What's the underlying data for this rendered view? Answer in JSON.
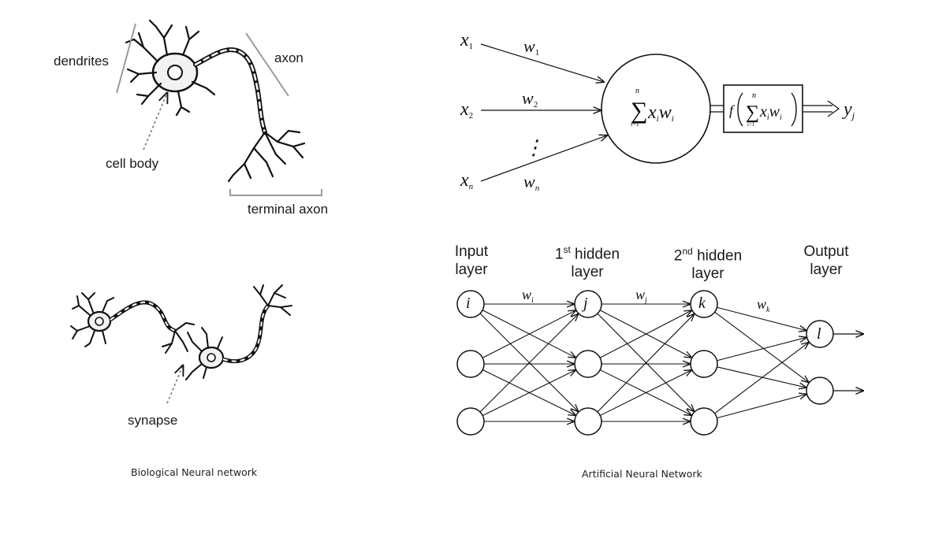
{
  "biological": {
    "caption": "Biological Neural network",
    "labels": {
      "dendrites": "dendrites",
      "axon": "axon",
      "cell_body": "cell body",
      "terminal_axon": "terminal axon",
      "synapse": "synapse"
    }
  },
  "perceptron": {
    "inputs": [
      {
        "name": "x",
        "sub": "1"
      },
      {
        "name": "x",
        "sub": "2"
      },
      {
        "name": "x",
        "sub": "n"
      }
    ],
    "weights": [
      {
        "name": "w",
        "sub": "1"
      },
      {
        "name": "w",
        "sub": "2"
      },
      {
        "name": "w",
        "sub": "n"
      }
    ],
    "ellipsis": "⋮",
    "sum": {
      "sigma": "∑",
      "upper": "n",
      "lower": "i=1",
      "term_x": "x",
      "sub_i": "i",
      "term_w": "w"
    },
    "activation": {
      "f": "f"
    },
    "output": {
      "name": "y",
      "sub": "j"
    }
  },
  "mlp": {
    "caption": "Artificial Neural Network",
    "layers": [
      {
        "line1": "Input",
        "line2": "layer"
      },
      {
        "sup_num": "1",
        "sup": "st",
        "line1_rest": " hidden",
        "line2": "layer"
      },
      {
        "sup_num": "2",
        "sup": "nd",
        "line1_rest": " hidden",
        "line2": "layer"
      },
      {
        "line1": "Output",
        "line2": "layer"
      }
    ],
    "node_labels": {
      "input": "i",
      "hidden1": "j",
      "hidden2": "k",
      "output": "l"
    },
    "weights": [
      {
        "name": "w",
        "sub": "i"
      },
      {
        "name": "w",
        "sub": "j"
      },
      {
        "name": "w",
        "sub": "k"
      }
    ]
  }
}
